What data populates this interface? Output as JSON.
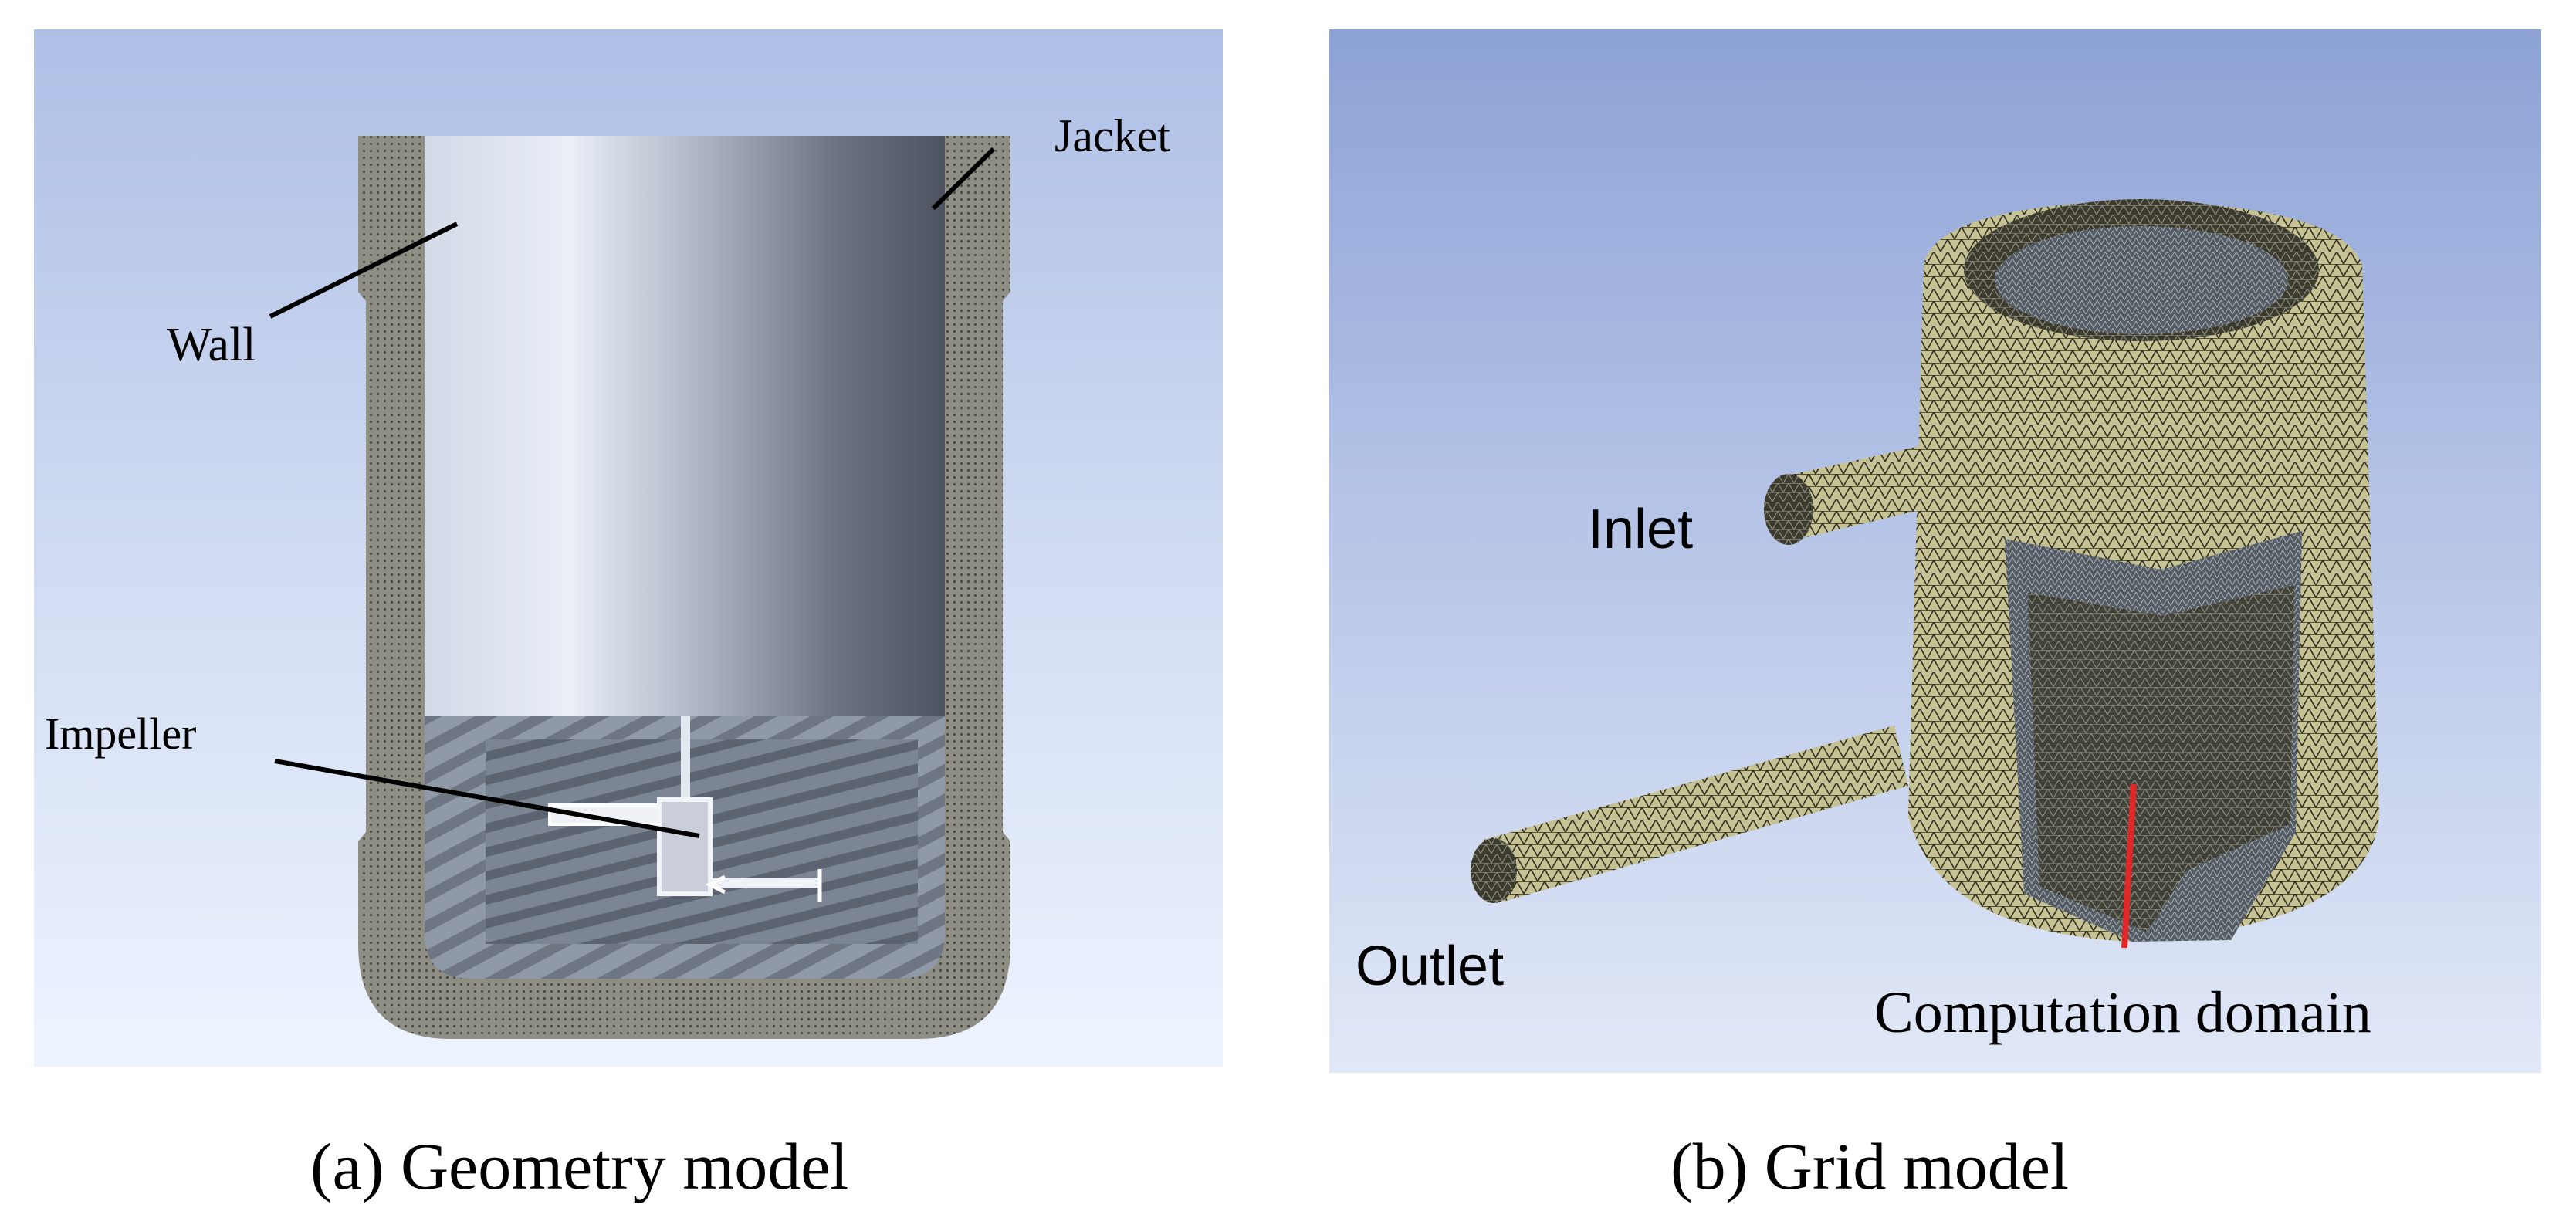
{
  "panel_a": {
    "labels": {
      "jacket": "Jacket",
      "wall": "Wall",
      "impeller": "Impeller"
    },
    "caption": "(a)  Geometry model"
  },
  "panel_b": {
    "labels": {
      "inlet": "Inlet",
      "outlet": "Outlet",
      "computation_domain": "Computation domain"
    },
    "caption": "(b)  Grid model"
  },
  "colors": {
    "mesh_gray": "#7d7d70",
    "mesh_yellow": "#c9c596",
    "mesh_dark": "#2e2d1f",
    "pointer_red": "#e02828",
    "leader_line": "#000000"
  }
}
